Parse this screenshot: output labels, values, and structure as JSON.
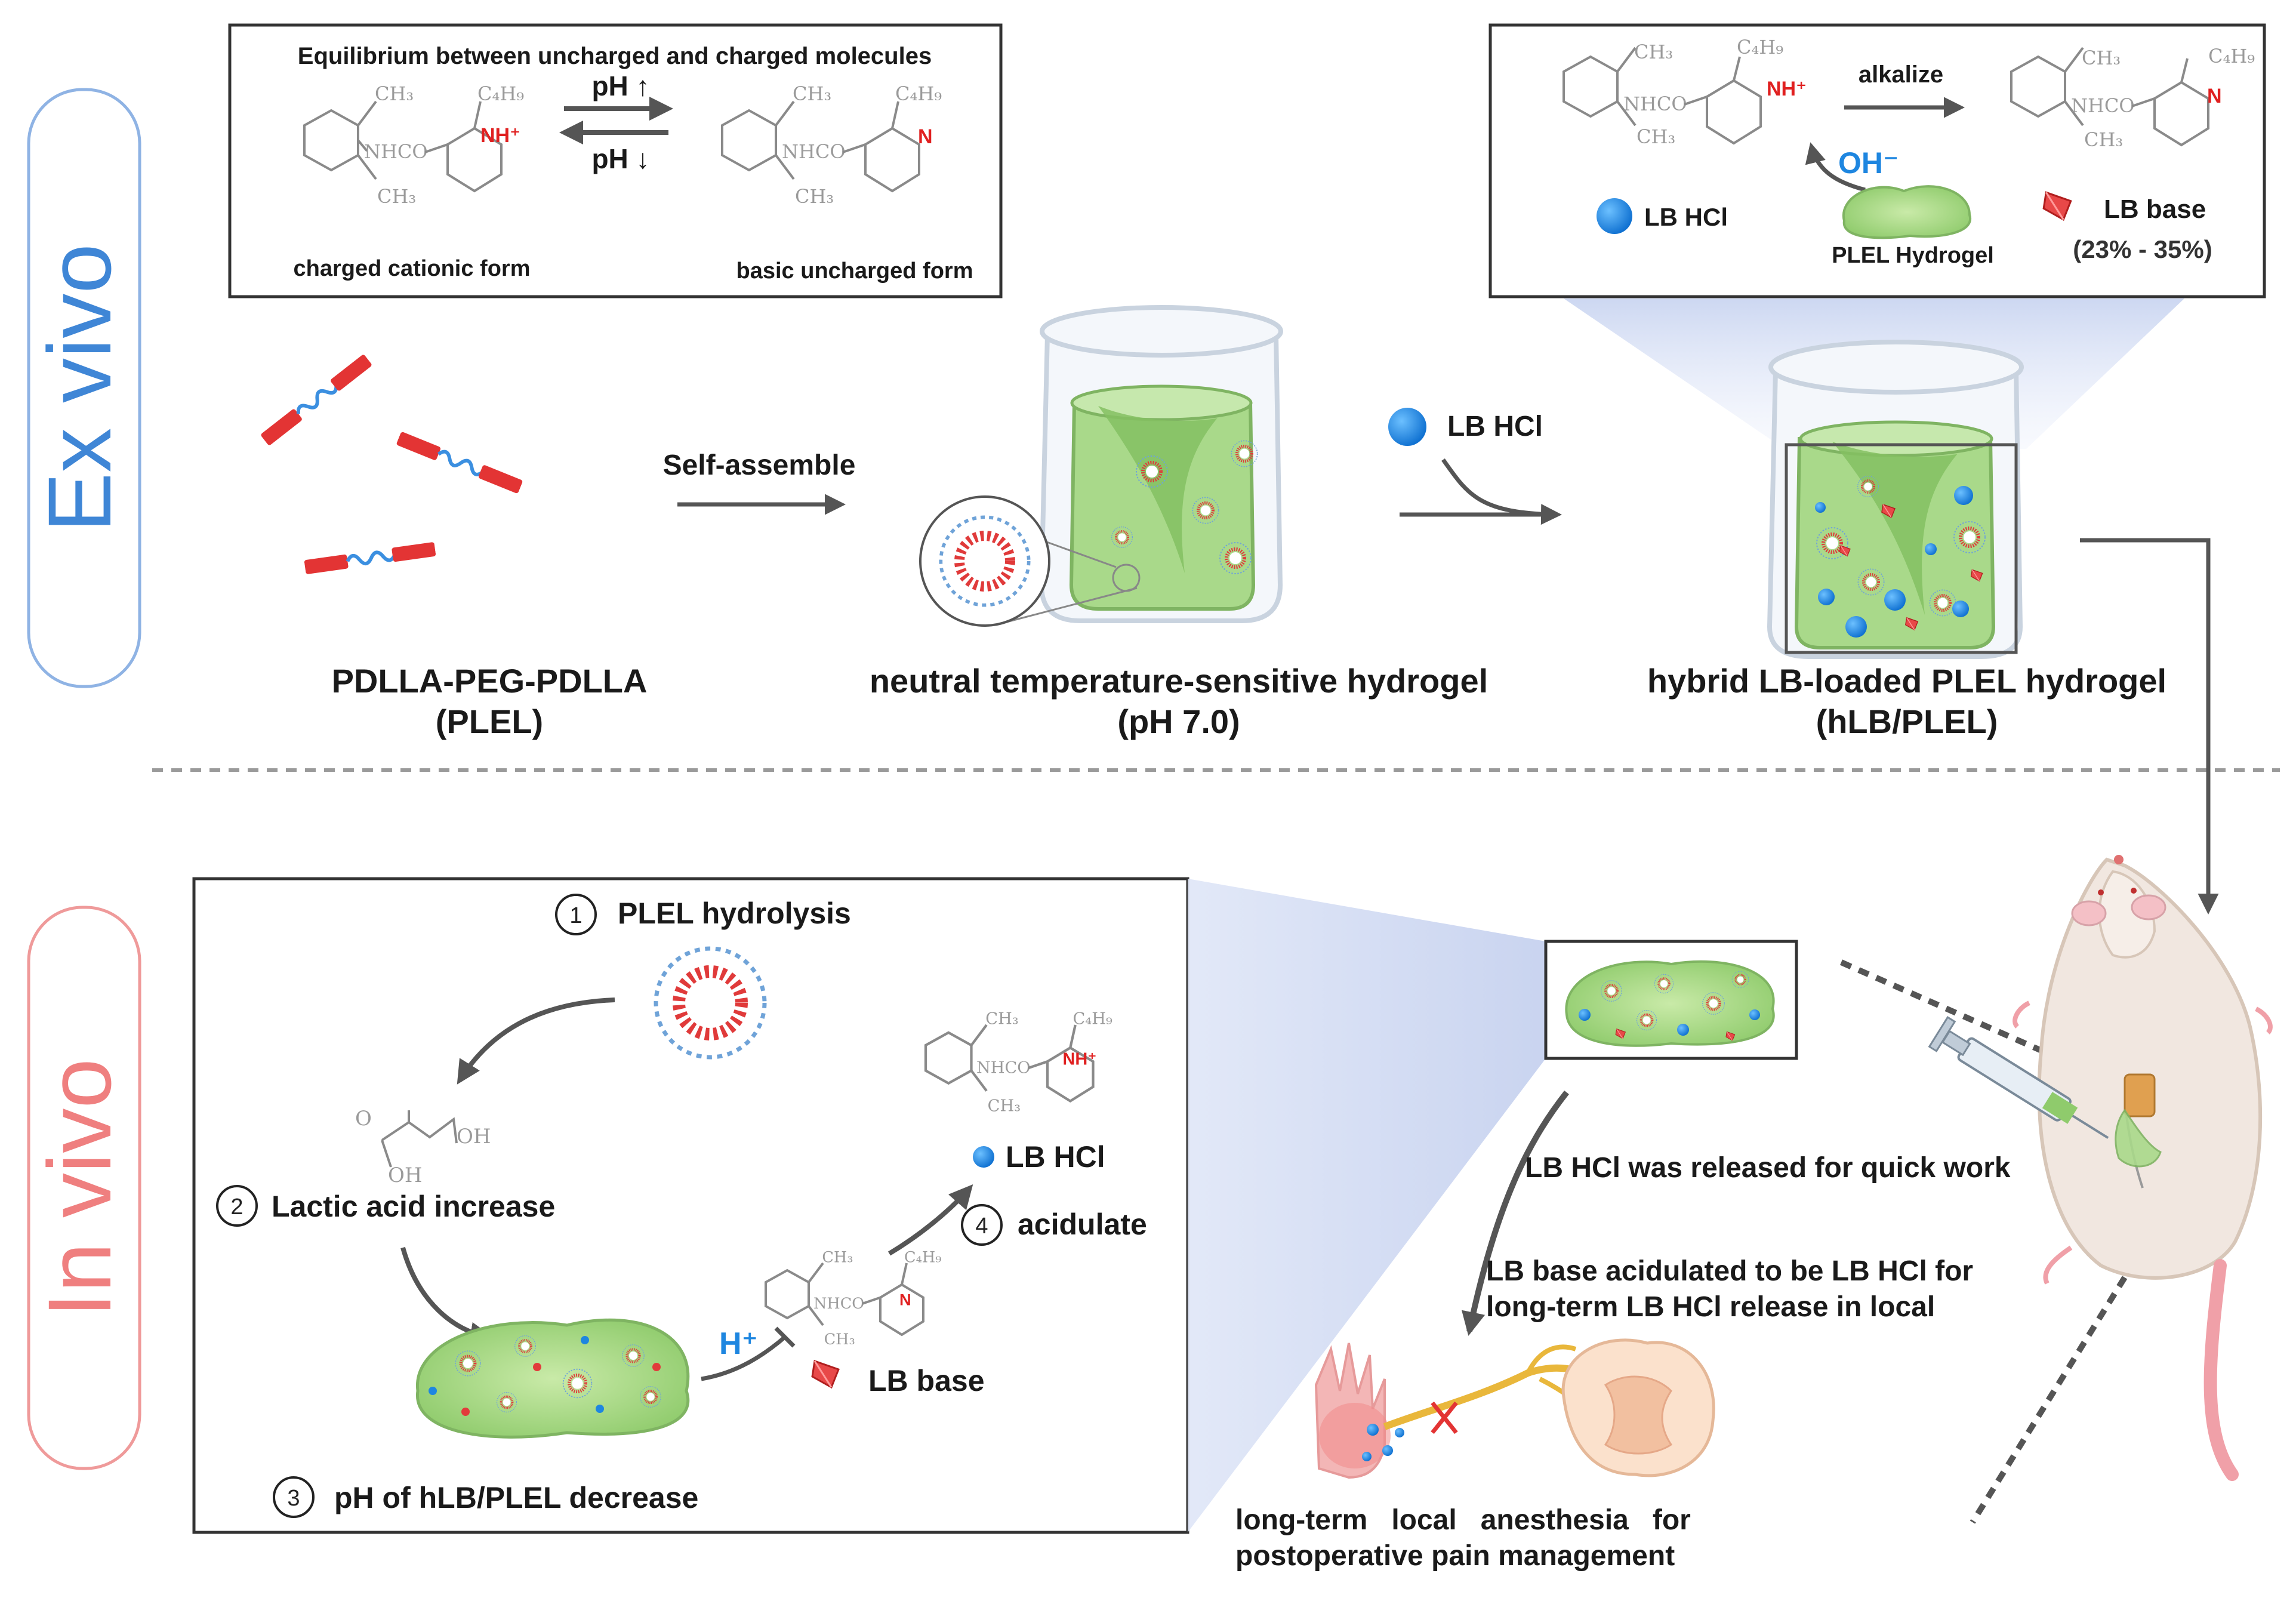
{
  "sections": {
    "ex_vivo": "Ex vivo",
    "in_vivo": "In vivo"
  },
  "equilibrium": {
    "title": "Equilibrium between uncharged and charged molecules",
    "ph_up": "pH ↑",
    "ph_down": "pH ↓",
    "left_caption": "charged cationic form",
    "right_caption": "basic uncharged form"
  },
  "chem": {
    "ch3": "CH₃",
    "c4h9": "C₄H₉",
    "nhco": "NHCO",
    "nh_plus": "NH⁺",
    "n": "N",
    "oh": "OH",
    "o": "O"
  },
  "alkalize_box": {
    "alkalize": "alkalize",
    "oh_minus": "OH⁻",
    "lb_hcl": "LB HCl",
    "plel_hydrogel": "PLEL Hydrogel",
    "lb_base": "LB base",
    "range": "(23% - 35%)"
  },
  "ex_vivo_flow": {
    "polymer_name": "PDLLA-PEG-PDLLA",
    "polymer_abbr": "(PLEL)",
    "self_assemble": "Self-assemble",
    "hydrogel_name": "neutral temperature-sensitive hydrogel",
    "hydrogel_ph": "(pH 7.0)",
    "lb_hcl": "LB HCl",
    "hybrid_name": "hybrid LB-loaded PLEL hydrogel",
    "hybrid_abbr": "(hLB/PLEL)"
  },
  "in_vivo_box": {
    "step1_num": "1",
    "step1": "PLEL hydrolysis",
    "step2_num": "2",
    "step2": "Lactic acid increase",
    "step3_num": "3",
    "step3": "pH of hLB/PLEL decrease",
    "step4_num": "4",
    "step4": "acidulate",
    "h_plus": "H⁺",
    "lb_base": "LB base",
    "lb_hcl": "LB HCl"
  },
  "in_vivo_right": {
    "quick_release": "LB HCl was released for quick work",
    "long_term_line1": "LB base acidulated to be LB HCl for",
    "long_term_line2": "long-term LB HCl release in local",
    "anesthesia_line1": "long-term   local   anesthesia   for",
    "anesthesia_line2": "postoperative pain management"
  },
  "colors": {
    "ex_vivo_accent": "#3f86d6",
    "in_vivo_accent": "#ef7f7f",
    "gel_green": "#a9d98a",
    "lb_hcl_blue": "#1e86e0",
    "lb_base_red": "#e23b3b",
    "oh_blue": "#1e86e0",
    "cation_red": "#e02020"
  }
}
